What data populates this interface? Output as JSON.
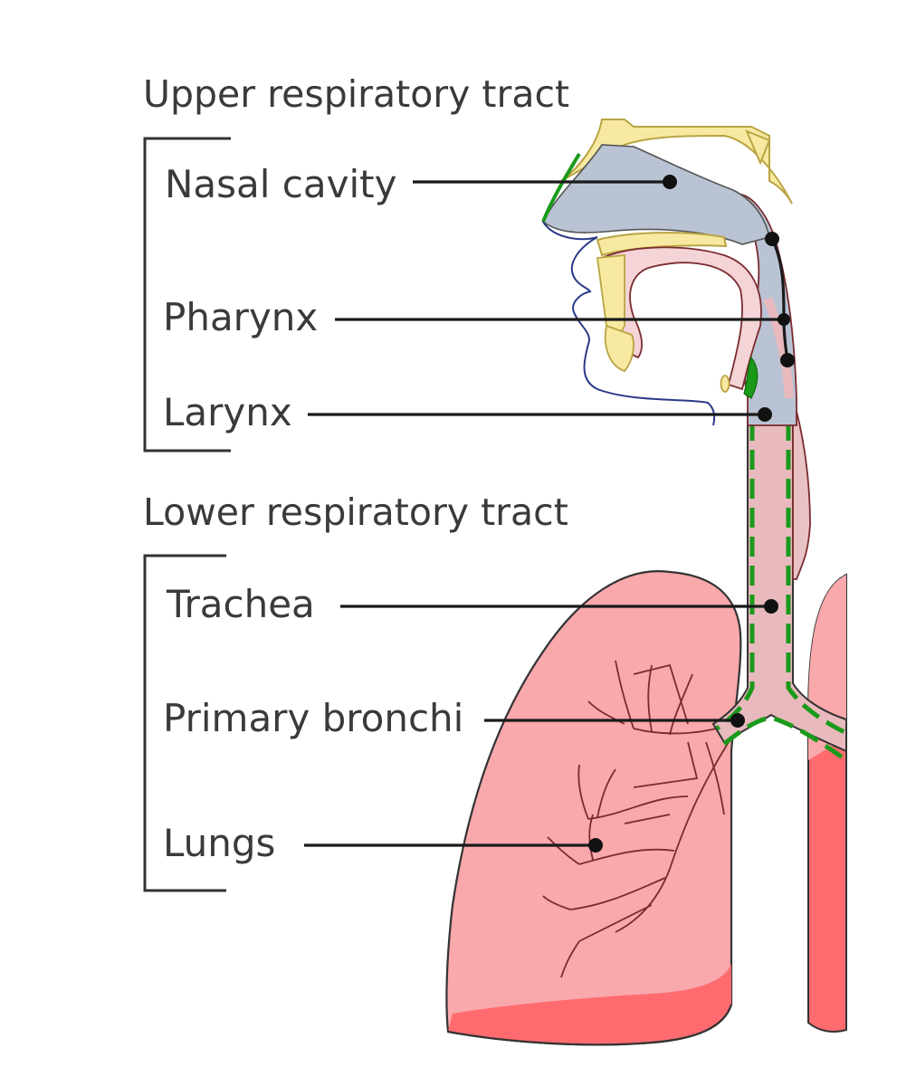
{
  "groups": [
    {
      "title": "Upper respiratory tract",
      "labels": [
        "Nasal cavity",
        "Pharynx",
        "Larynx"
      ]
    },
    {
      "title": "Lower respiratory tract",
      "labels": [
        "Trachea",
        "Primary bronchi",
        "Lungs"
      ]
    }
  ],
  "colors": {
    "lung": "#f9a8ac",
    "lung_edge": "#ff6b6f",
    "airway": "#e8b9bd",
    "nasal_air": "#b9c3d3",
    "bone": "#f7e9a1",
    "cilia_line": "#1a9a1a",
    "outline": "#333333"
  }
}
